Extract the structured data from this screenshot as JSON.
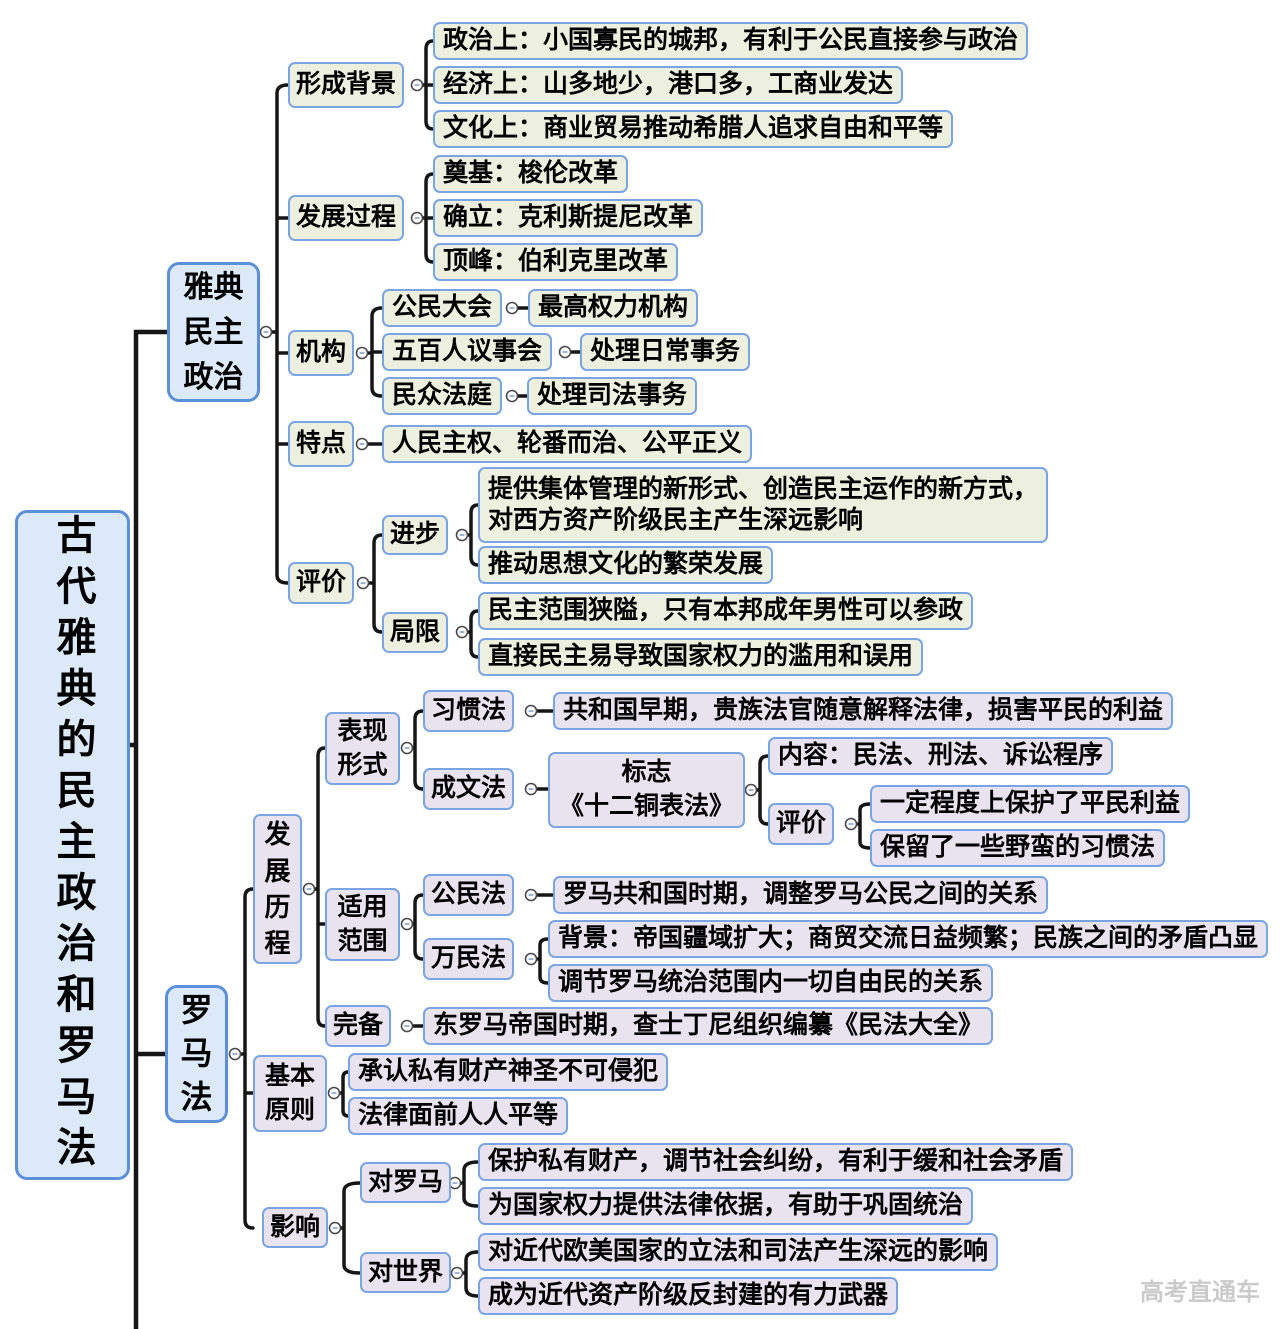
{
  "root": "古代雅典的民主政治和罗马法",
  "watermark": "高考直通车",
  "athens": {
    "title": "雅典\n民主\n政治",
    "background": {
      "label": "形成背景",
      "political": "政治上：小国寡民的城邦，有利于公民直接参与政治",
      "economic": "经济上：山多地少，港口多，工商业发达",
      "cultural": "文化上：商业贸易推动希腊人追求自由和平等"
    },
    "process": {
      "label": "发展过程",
      "founding": "奠基：梭伦改革",
      "establish": "确立：克利斯提尼改革",
      "peak": "顶峰：伯利克里改革"
    },
    "organs": {
      "label": "机构",
      "assembly": "公民大会",
      "assembly_role": "最高权力机构",
      "council": "五百人议事会",
      "council_role": "处理日常事务",
      "court": "民众法庭",
      "court_role": "处理司法事务"
    },
    "features": {
      "label": "特点",
      "text": "人民主权、轮番而治、公平正义"
    },
    "evaluation": {
      "label": "评价",
      "progress": {
        "label": "进步",
        "item1": "提供集体管理的新形式、创造民主运作的新方式，\n对西方资产阶级民主产生深远影响",
        "item2": "推动思想文化的繁荣发展"
      },
      "limits": {
        "label": "局限",
        "item1": "民主范围狭隘，只有本邦成年男性可以参政",
        "item2": "直接民主易导致国家权力的滥用和误用"
      }
    }
  },
  "roman": {
    "title": "罗\n马\n法",
    "development": {
      "label": "发\n展\n历\n程",
      "forms": {
        "label": "表现\n形式",
        "customary": {
          "label": "习惯法",
          "desc": "共和国早期，贵族法官随意解释法律，损害平民的利益"
        },
        "written": {
          "label": "成文法",
          "mark": "标志\n《十二铜表法》",
          "content": "内容：民法、刑法、诉讼程序",
          "evaluation": {
            "label": "评价",
            "pro": "一定程度上保护了平民利益",
            "con": "保留了一些野蛮的习惯法"
          }
        }
      },
      "scope": {
        "label": "适用\n范围",
        "civil": {
          "label": "公民法",
          "desc": "罗马共和国时期，调整罗马公民之间的关系"
        },
        "nations": {
          "label": "万民法",
          "background": "背景：帝国疆域扩大；商贸交流日益频繁；民族之间的矛盾凸显",
          "desc": "调节罗马统治范围内一切自由民的关系"
        }
      },
      "complete": {
        "label": "完备",
        "desc": "东罗马帝国时期，查士丁尼组织编纂《民法大全》"
      }
    },
    "principles": {
      "label": "基本\n原则",
      "item1": "承认私有财产神圣不可侵犯",
      "item2": "法律面前人人平等"
    },
    "influence": {
      "label": "影响",
      "rome": {
        "label": "对罗马",
        "item1": "保护私有财产，调节社会纠纷，有利于缓和社会矛盾",
        "item2": "为国家权力提供法律依据，有助于巩固统治"
      },
      "world": {
        "label": "对世界",
        "item1": "对近代欧美国家的立法和司法产生深远的影响",
        "item2": "成为近代资产阶级反封建的有力武器"
      }
    }
  }
}
